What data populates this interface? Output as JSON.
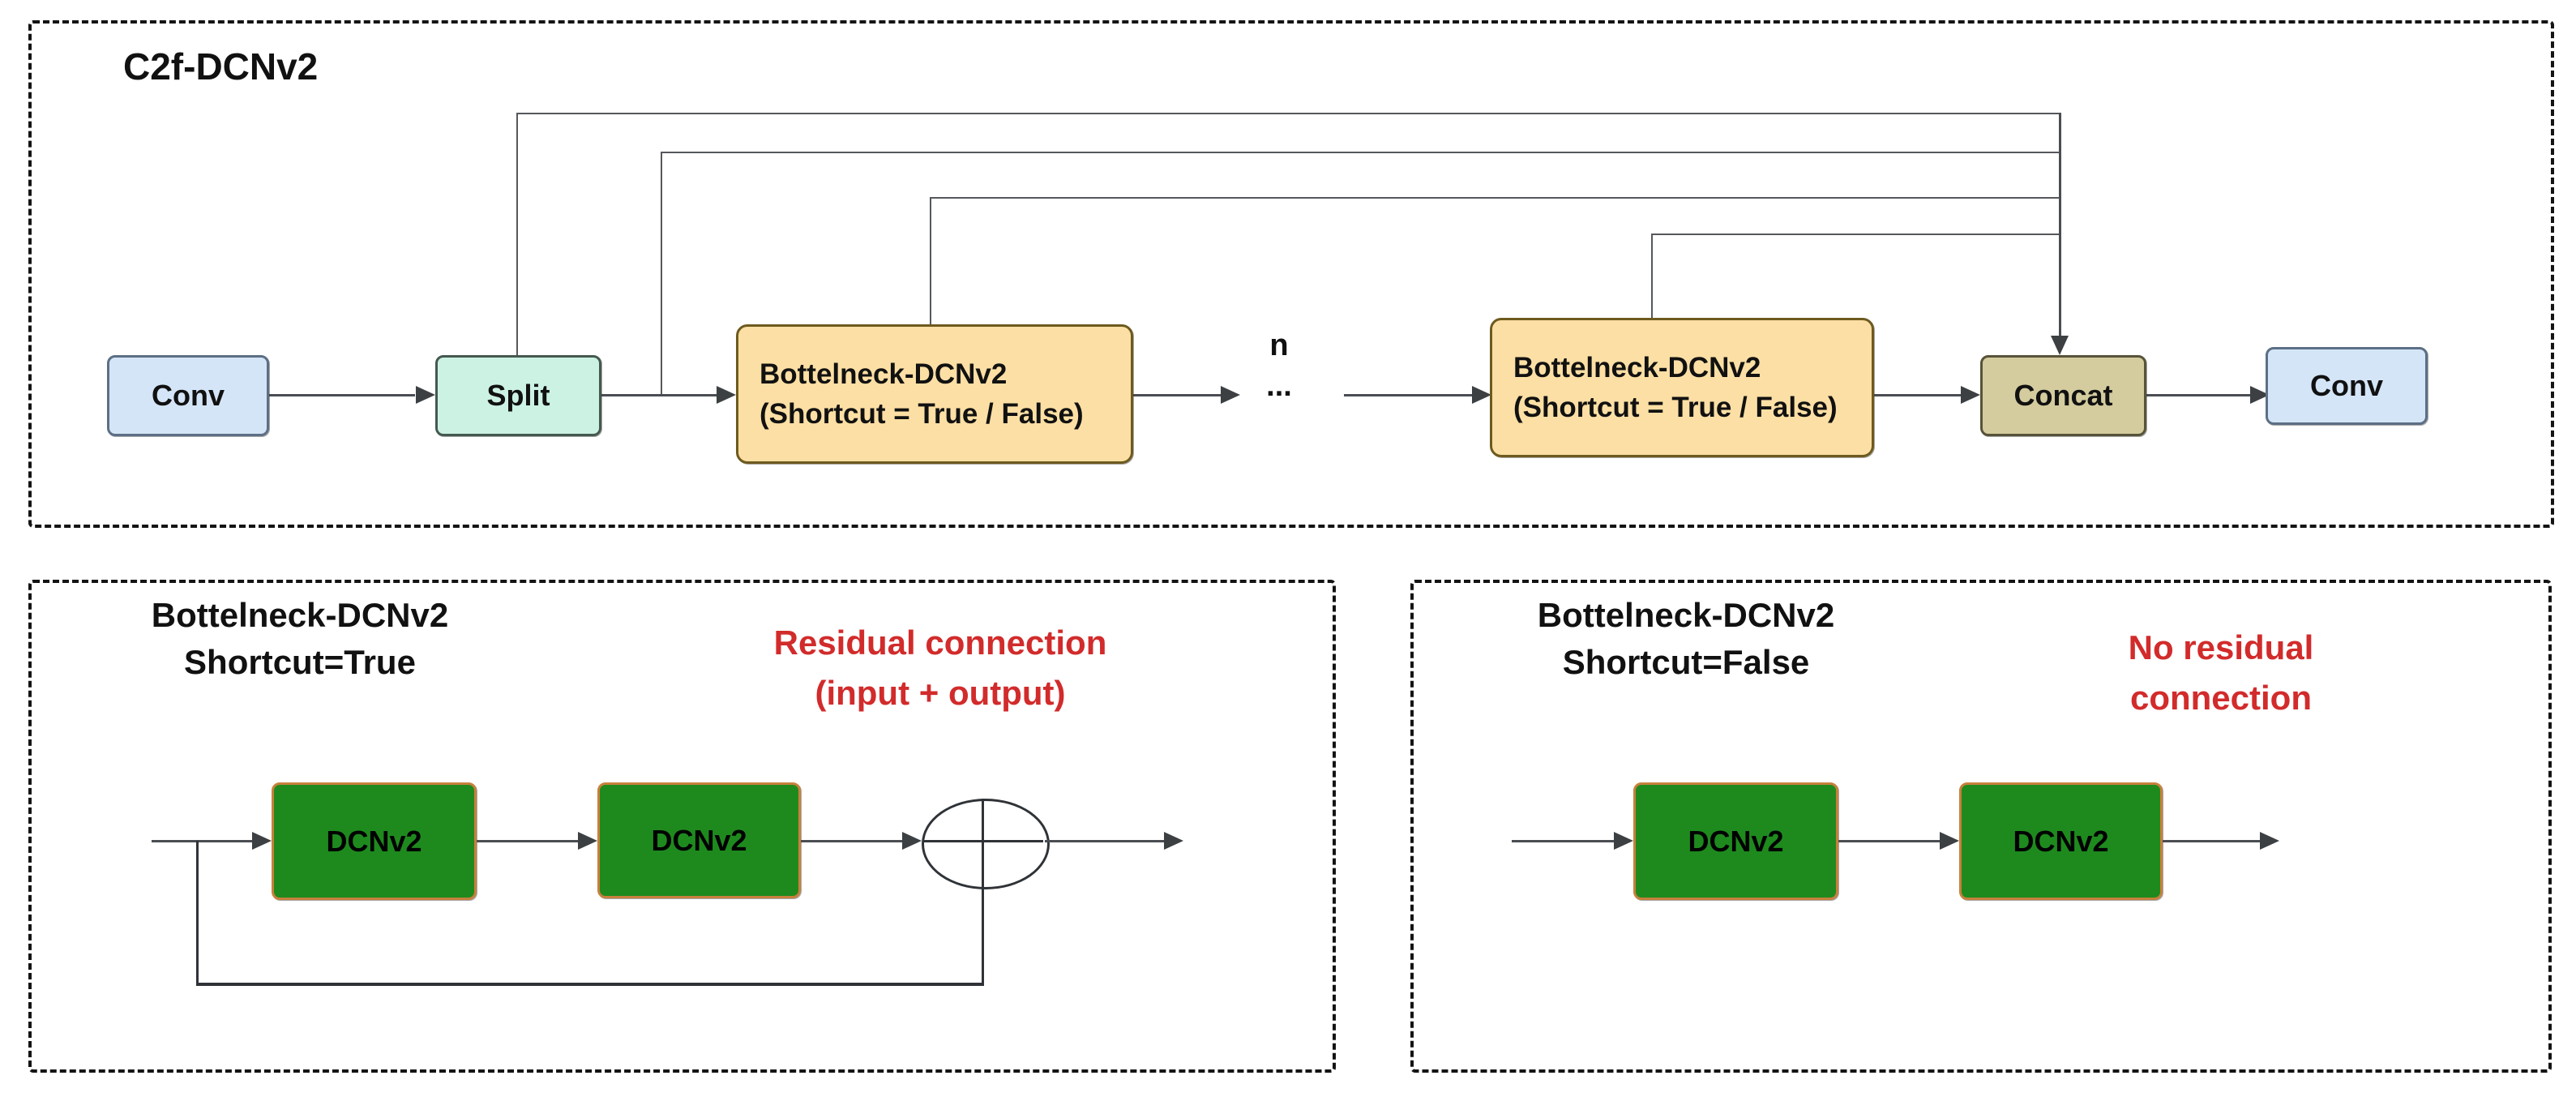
{
  "colors": {
    "conv_fill": "#d4e5f7",
    "split_fill": "#ccf2e4",
    "bottleneck_fill": "#fcdfa4",
    "concat_fill": "#d4cc9e",
    "dcn_fill": "#1e8a1e",
    "dcn_border": "#c8803c",
    "annotation_red": "#d22b2b",
    "line_gray": "#4a4d52",
    "dashed_border": "#141414"
  },
  "icons": {
    "sum_icon": "circle-plus"
  },
  "c2f": {
    "title": "C2f-DCNv2",
    "conv_in": "Conv",
    "split": "Split",
    "bottleneck1": {
      "line1": "Bottelneck-DCNv2",
      "line2": "(Shortcut = True / False)"
    },
    "repeat": {
      "n": "n",
      "dots": "..."
    },
    "bottleneck2": {
      "line1": "Bottelneck-DCNv2",
      "line2": "(Shortcut = True / False)"
    },
    "concat": "Concat",
    "conv_out": "Conv"
  },
  "shortcut_true": {
    "title1": "Bottelneck-DCNv2",
    "title2": "Shortcut=True",
    "note1": "Residual connection",
    "note2": "(input + output)",
    "dcn1": "DCNv2",
    "dcn2": "DCNv2"
  },
  "shortcut_false": {
    "title1": "Bottelneck-DCNv2",
    "title2": "Shortcut=False",
    "note1": "No residual",
    "note2": "connection",
    "dcn1": "DCNv2",
    "dcn2": "DCNv2"
  }
}
